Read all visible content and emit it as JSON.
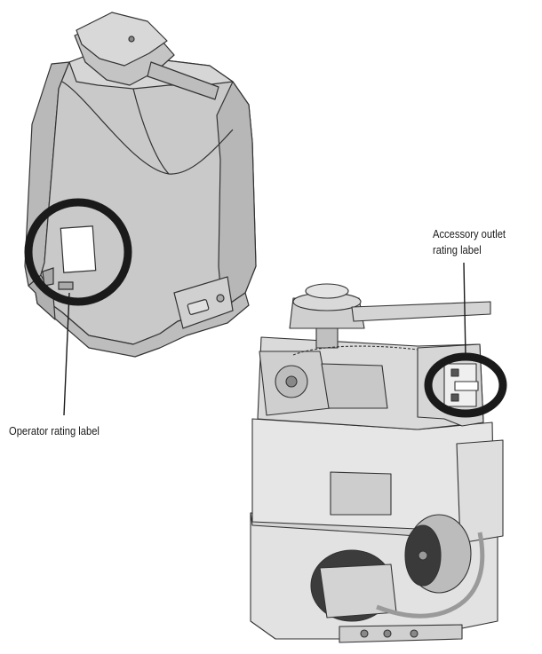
{
  "callouts": {
    "operator_label": "Operator rating label",
    "accessory_label_line1": "Accessory outlet",
    "accessory_label_line2": "rating label"
  },
  "colors": {
    "housing_fill": "#c9c9c9",
    "housing_shade": "#b3b3b3",
    "housing_light": "#dcdcdc",
    "frame_fill": "#e4e4e4",
    "frame_shade": "#cfcfcf",
    "outline": "#333333",
    "highlight_circle": "#1a1a1a",
    "label_patch": "#ffffff"
  }
}
